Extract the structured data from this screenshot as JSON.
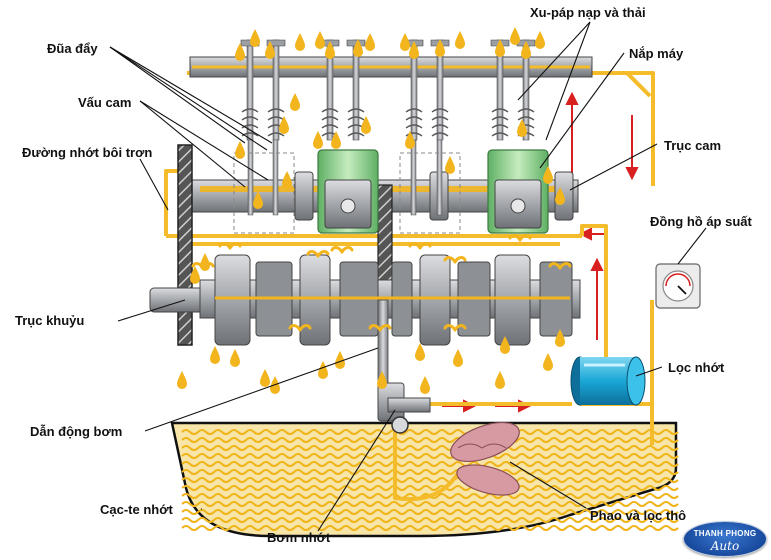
{
  "labels": {
    "xupap": "Xu-páp nạp và thải",
    "dua_day": "Đũa đẩy",
    "nap_may": "Nắp máy",
    "vau_cam": "Vấu cam",
    "duong_nhot": "Đường nhớt bôi trơn",
    "truc_cam": "Trục cam",
    "dong_ho": "Đồng hồ áp suất",
    "truc_khuyu": "Trục khuỷu",
    "loc_nhot": "Lọc nhớt",
    "dan_dong_bom": "Dẫn động bơm",
    "cac_te": "Cạc-te nhớt",
    "phao": "Phao và lọc thô",
    "bom_nhot": "Bơm nhớt"
  },
  "logo": {
    "line1": "THANH PHONG",
    "line2": "Auto"
  },
  "colors": {
    "oil": "#f2b51e",
    "oil_line": "#f4bc2a",
    "metal": "#a9acb0",
    "flow_arrow": "#d92020",
    "filter": "#1aa7d6",
    "cylinder": "#8ed08e",
    "float": "#d79aa3",
    "logo": "#184a9e"
  }
}
